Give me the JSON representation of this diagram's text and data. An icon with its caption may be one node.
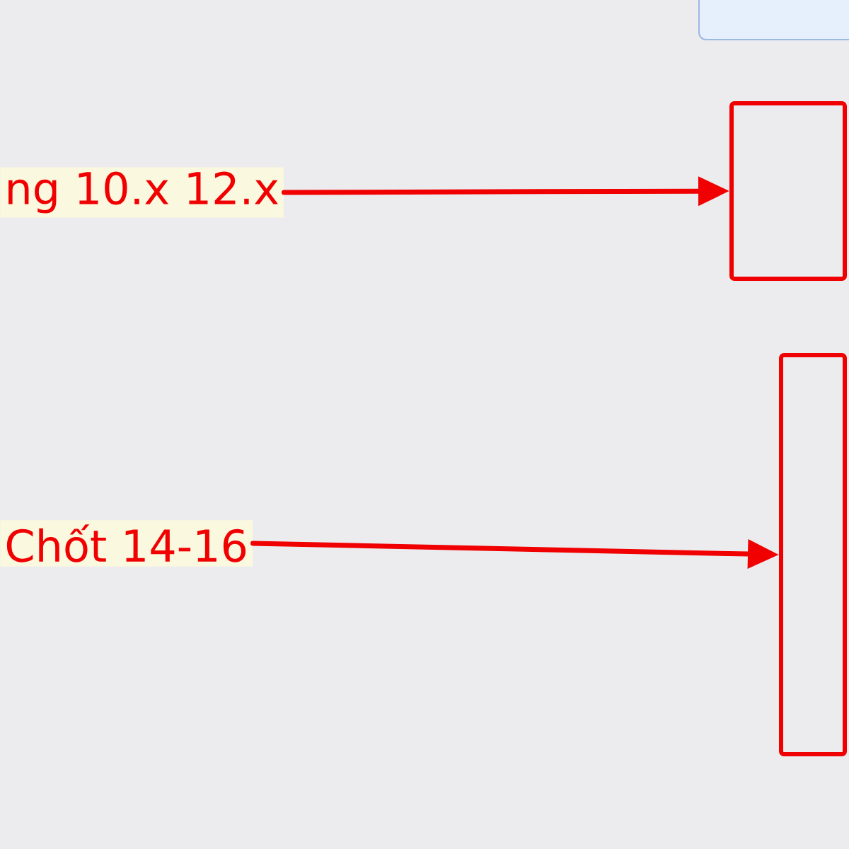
{
  "diagram": {
    "nodes": [
      {
        "text": [
          "ng 10.x 12.x"
        ]
      },
      {
        "text": [],
        "shape": "box"
      },
      {
        "text": [
          "Chốt 14-16"
        ]
      },
      {
        "text": [],
        "shape": "box"
      }
    ],
    "edges": [
      {
        "from": 0,
        "to": 1,
        "arrow": "to"
      },
      {
        "from": 2,
        "to": 3,
        "arrow": "to"
      }
    ]
  }
}
